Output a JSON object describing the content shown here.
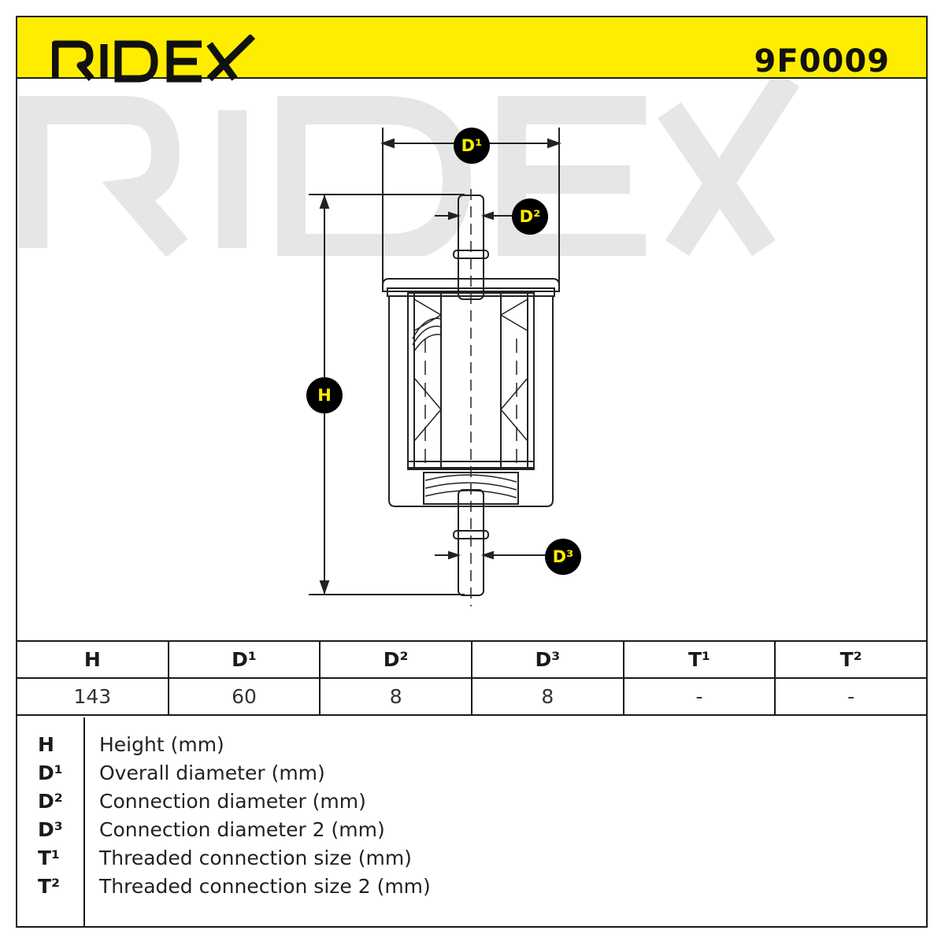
{
  "header": {
    "brand": "RIDEX",
    "part_number": "9F0009",
    "background_color": "#ffed00"
  },
  "drawing": {
    "watermark_text": "RIDEX",
    "watermark_color": "#e6e6e6",
    "labels": {
      "d1": "D¹",
      "d2": "D²",
      "d3": "D³",
      "h": "H"
    }
  },
  "specs_table": {
    "columns": [
      "H",
      "D¹",
      "D²",
      "D³",
      "T¹",
      "T²"
    ],
    "values": [
      "143",
      "60",
      "8",
      "8",
      "-",
      "-"
    ]
  },
  "legend": [
    {
      "code": "H",
      "description": "Height (mm)"
    },
    {
      "code": "D¹",
      "description": "Overall diameter (mm)"
    },
    {
      "code": "D²",
      "description": "Connection diameter (mm)"
    },
    {
      "code": "D³",
      "description": "Connection diameter 2 (mm)"
    },
    {
      "code": "T¹",
      "description": "Threaded connection size (mm)"
    },
    {
      "code": "T²",
      "description": "Threaded connection size 2 (mm)"
    }
  ]
}
